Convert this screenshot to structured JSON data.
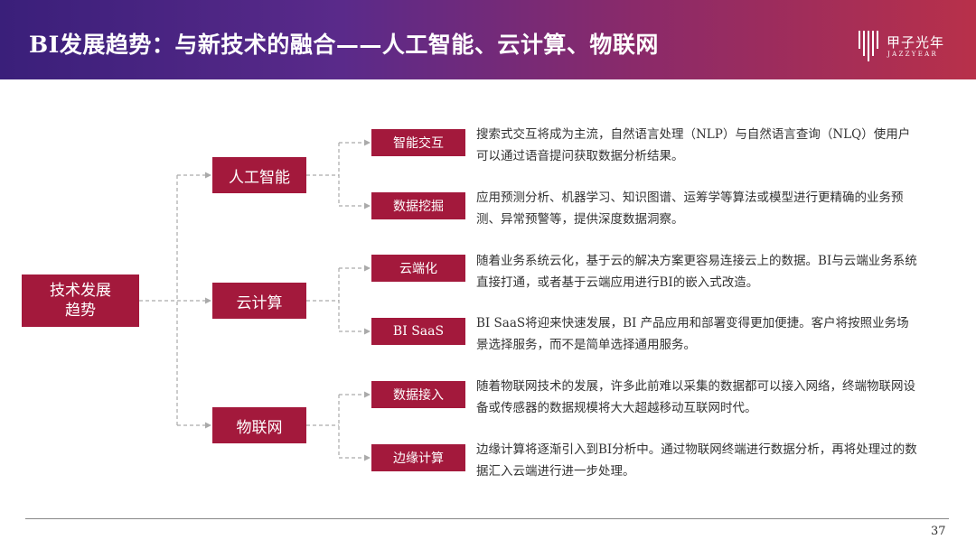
{
  "header": {
    "title": "BI发展趋势：与新技术的融合——人工智能、云计算、物联网",
    "logo_name": "甲子光年",
    "logo_en": "JAZZYEAR"
  },
  "root": {
    "label_line1": "技术发展",
    "label_line2": "趋势"
  },
  "branches": [
    {
      "label": "人工智能",
      "items": [
        {
          "label": "智能交互",
          "desc": "搜索式交互将成为主流，自然语言处理（NLP）与自然语言查询（NLQ）使用户可以通过语音提问获取数据分析结果。"
        },
        {
          "label": "数据挖掘",
          "desc": "应用预测分析、机器学习、知识图谱、运筹学等算法或模型进行更精确的业务预测、异常预警等，提供深度数据洞察。"
        }
      ]
    },
    {
      "label": "云计算",
      "items": [
        {
          "label": "云端化",
          "desc": "随着业务系统云化，基于云的解决方案更容易连接云上的数据。BI与云端业务系统直接打通，或者基于云端应用进行BI的嵌入式改造。"
        },
        {
          "label": "BI SaaS",
          "desc": "BI SaaS将迎来快速发展，BI 产品应用和部署变得更加便捷。客户将按照业务场景选择服务，而不是简单选择通用服务。"
        }
      ]
    },
    {
      "label": "物联网",
      "items": [
        {
          "label": "数据接入",
          "desc": "随着物联网技术的发展，许多此前难以采集的数据都可以接入网络，终端物联网设备或传感器的数据规模将大大超越移动互联网时代。"
        },
        {
          "label": "边缘计算",
          "desc": "边缘计算将逐渐引入到BI分析中。通过物联网终端进行数据分析，再将处理过的数据汇入云端进行进一步处理。"
        }
      ]
    }
  ],
  "footer": {
    "page_number": "37"
  },
  "colors": {
    "box": "#a3193c",
    "connector": "#aaaaaa"
  }
}
